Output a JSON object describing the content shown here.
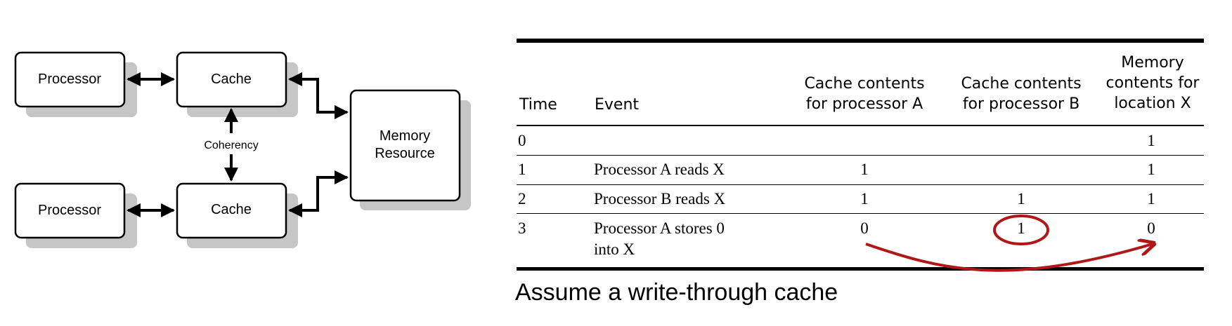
{
  "diagram": {
    "processor_top": "Processor",
    "cache_top": "Cache",
    "processor_bottom": "Processor",
    "cache_bottom": "Cache",
    "coherency": "Coherency",
    "memory_line1": "Memory",
    "memory_line2": "Resource"
  },
  "table": {
    "headers": {
      "time": "Time",
      "event": "Event",
      "cache_a_line1": "Cache contents",
      "cache_a_line2": "for processor A",
      "cache_b_line1": "Cache contents",
      "cache_b_line2": "for processor B",
      "mem_line1": "Memory",
      "mem_line2": "contents for",
      "mem_line3": "location X"
    },
    "rows": [
      {
        "time": "0",
        "event": "",
        "event2": "",
        "a": "",
        "b": "",
        "mem": "1"
      },
      {
        "time": "1",
        "event": "Processor A reads X",
        "event2": "",
        "a": "1",
        "b": "",
        "mem": "1"
      },
      {
        "time": "2",
        "event": "Processor B reads X",
        "event2": "",
        "a": "1",
        "b": "1",
        "mem": "1"
      },
      {
        "time": "3",
        "event": "Processor A stores 0",
        "event2": "into X",
        "a": "0",
        "b": "1",
        "mem": "0"
      }
    ]
  },
  "caption": "Assume a write-through cache",
  "colors": {
    "annotation": "#b01818",
    "shadow": "#c6c6c6"
  }
}
